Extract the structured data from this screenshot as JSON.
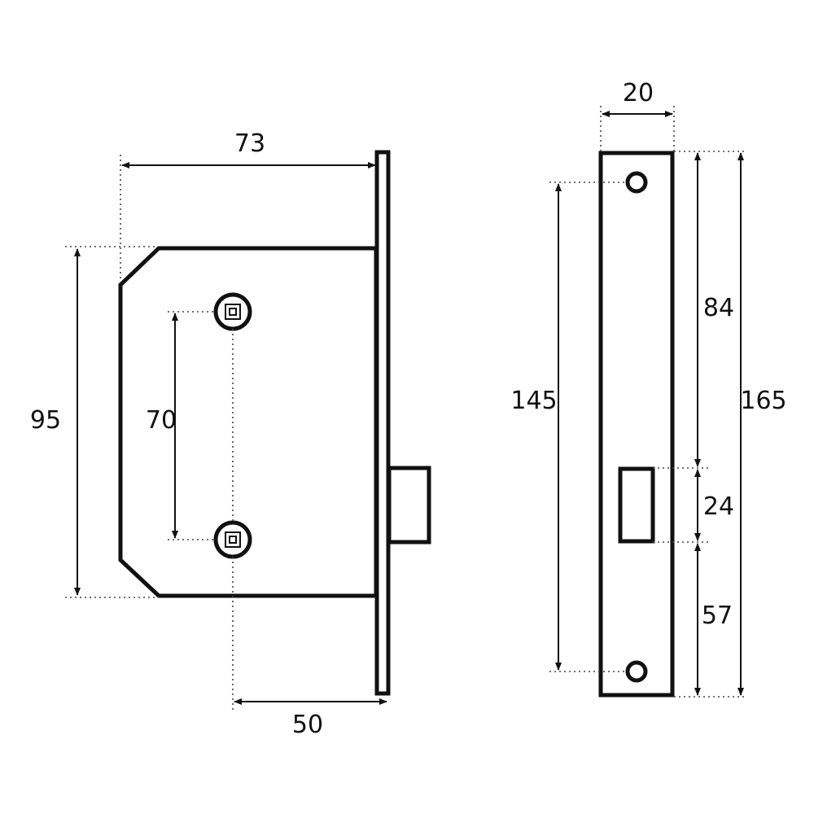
{
  "lock_body": {
    "width_label": "73",
    "height_label": "95",
    "spindle_spacing_label": "70",
    "backset_label": "50"
  },
  "faceplate": {
    "width_label": "20",
    "screw_spacing_label": "145",
    "upper_label": "84",
    "opening_label": "24",
    "lower_label": "57",
    "total_height_label": "165"
  }
}
